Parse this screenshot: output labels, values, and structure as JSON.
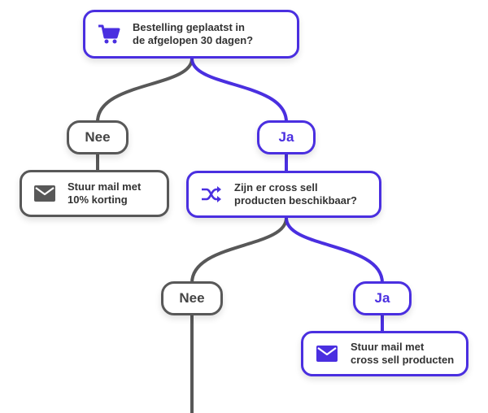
{
  "colors": {
    "accent": "#4a2fe0",
    "neutral": "#585858",
    "text": "#333333"
  },
  "nodes": {
    "root": {
      "line1": "Bestelling geplaatst in",
      "line2": "de afgelopen 30 dagen?",
      "icon": "shopping-cart-icon"
    },
    "no1": {
      "label": "Nee"
    },
    "yes1": {
      "label": "Ja"
    },
    "discount": {
      "line1": "Stuur mail met",
      "line2": "10% korting",
      "icon": "mail-icon"
    },
    "crosssell": {
      "line1": "Zijn er cross sell",
      "line2": "producten beschikbaar?",
      "icon": "shuffle-icon"
    },
    "no2": {
      "label": "Nee"
    },
    "yes2": {
      "label": "Ja"
    },
    "crossmail": {
      "line1": "Stuur mail met",
      "line2": "cross sell producten",
      "icon": "mail-icon"
    }
  }
}
